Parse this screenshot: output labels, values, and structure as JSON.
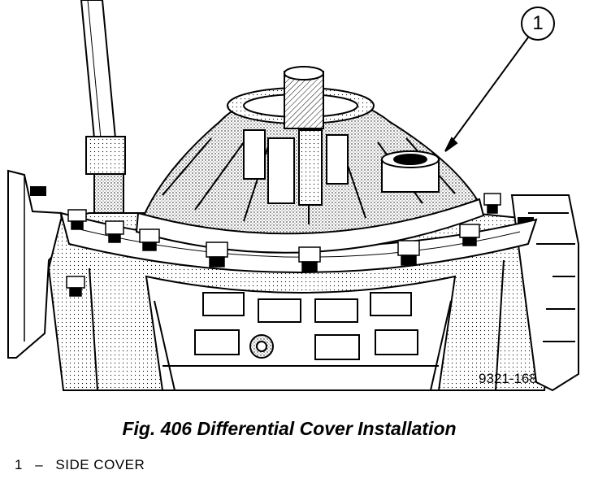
{
  "figure": {
    "caption": "Fig. 406 Differential Cover Installation",
    "reference_number": "9321-168",
    "callout_label": "1"
  },
  "legend": {
    "items": [
      {
        "number": "1",
        "dash": "–",
        "text": "SIDE COVER"
      }
    ]
  }
}
